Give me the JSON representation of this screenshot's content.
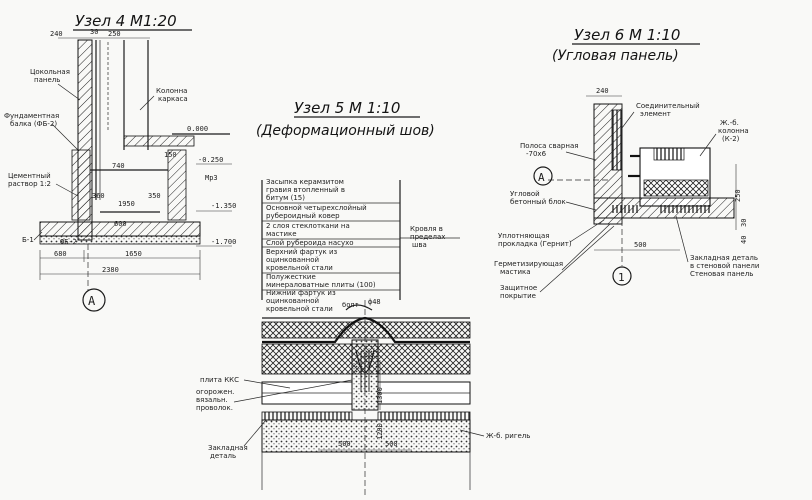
{
  "node4": {
    "title": "Узел 4 М1:20",
    "labels": {
      "plinth_panel": [
        "Цокольная",
        "панель"
      ],
      "column": [
        "Колонна",
        "каркаса"
      ],
      "foundation_beam": [
        "Фундаментная",
        "балка (ФБ-2)"
      ],
      "cement_mortar": [
        "Цементный",
        "раствор 1:2"
      ],
      "b1": "Б-1"
    },
    "dims": {
      "d240": "240",
      "d30": "30",
      "d250": "250",
      "level0": "0.000",
      "level_m250": "-0.250",
      "level_m1350": "-1.350",
      "level_m1700": "-1.700",
      "d680": "680",
      "d1650": "1650",
      "d2380": "2380",
      "d740": "740",
      "d150": "150",
      "d360": "360",
      "d350": "350",
      "d1950": "1950",
      "d600": "600",
      "mu3": "Мр3"
    },
    "axis": "А"
  },
  "node5": {
    "title": "Узел 5 М 1:10",
    "subtitle": "(Деформационный шов)",
    "layers": [
      "Засыпка керамзитом",
      "гравия втопленный в",
      "битум (15)",
      "Основной четырехслойный",
      "рубероидный ковер",
      "2 слоя стеклоткани на",
      "мастике",
      "Слой рубероида насухо",
      "Верхний фартук из",
      "оцинкованной",
      "кровельной стали",
      "Полужесткие",
      "минераловатные плиты (100)",
      "Нижний фартук из",
      "оцинкованной",
      "кровельной стали"
    ],
    "side_note": [
      "Кровля в",
      "пределах",
      "шва"
    ],
    "labels": {
      "slab": "плита ККС",
      "apron_wire": [
        "огорожен.",
        "вязальн.",
        "проволок."
      ],
      "embedded": [
        "Закладная",
        "деталь"
      ],
      "beam": "Ж-б. ригель",
      "bolt1": "болт",
      "bolt2": "ф48"
    },
    "dims": {
      "d1200": "1200",
      "d1300": "1300",
      "d500a": "500",
      "d500b": "500"
    }
  },
  "node6": {
    "title": "Узел 6 М 1:10",
    "subtitle": "(Угловая панель)",
    "labels": {
      "connector": [
        "Соединительный",
        "элемент"
      ],
      "strip": [
        "Полоса сварная",
        "-70х6"
      ],
      "column": [
        "Ж.-б.",
        "колонна",
        "(К-2)"
      ],
      "corner_block": [
        "Угловой",
        "бетонный блок"
      ],
      "seal": [
        "Уплотняющая",
        "прокладка (Гернит)"
      ],
      "mastic": [
        "Герметизирующая",
        "мастика"
      ],
      "cover": [
        "Защитное",
        "покрытие"
      ],
      "embed": [
        "Закладная деталь",
        "в стеновой панели"
      ],
      "wall_panel": "Стеновая панель"
    },
    "dims": {
      "d240": "240",
      "d500": "500",
      "d250": "250",
      "d30": "30",
      "d40": "40"
    },
    "axis_a": "А",
    "axis_1": "1"
  }
}
